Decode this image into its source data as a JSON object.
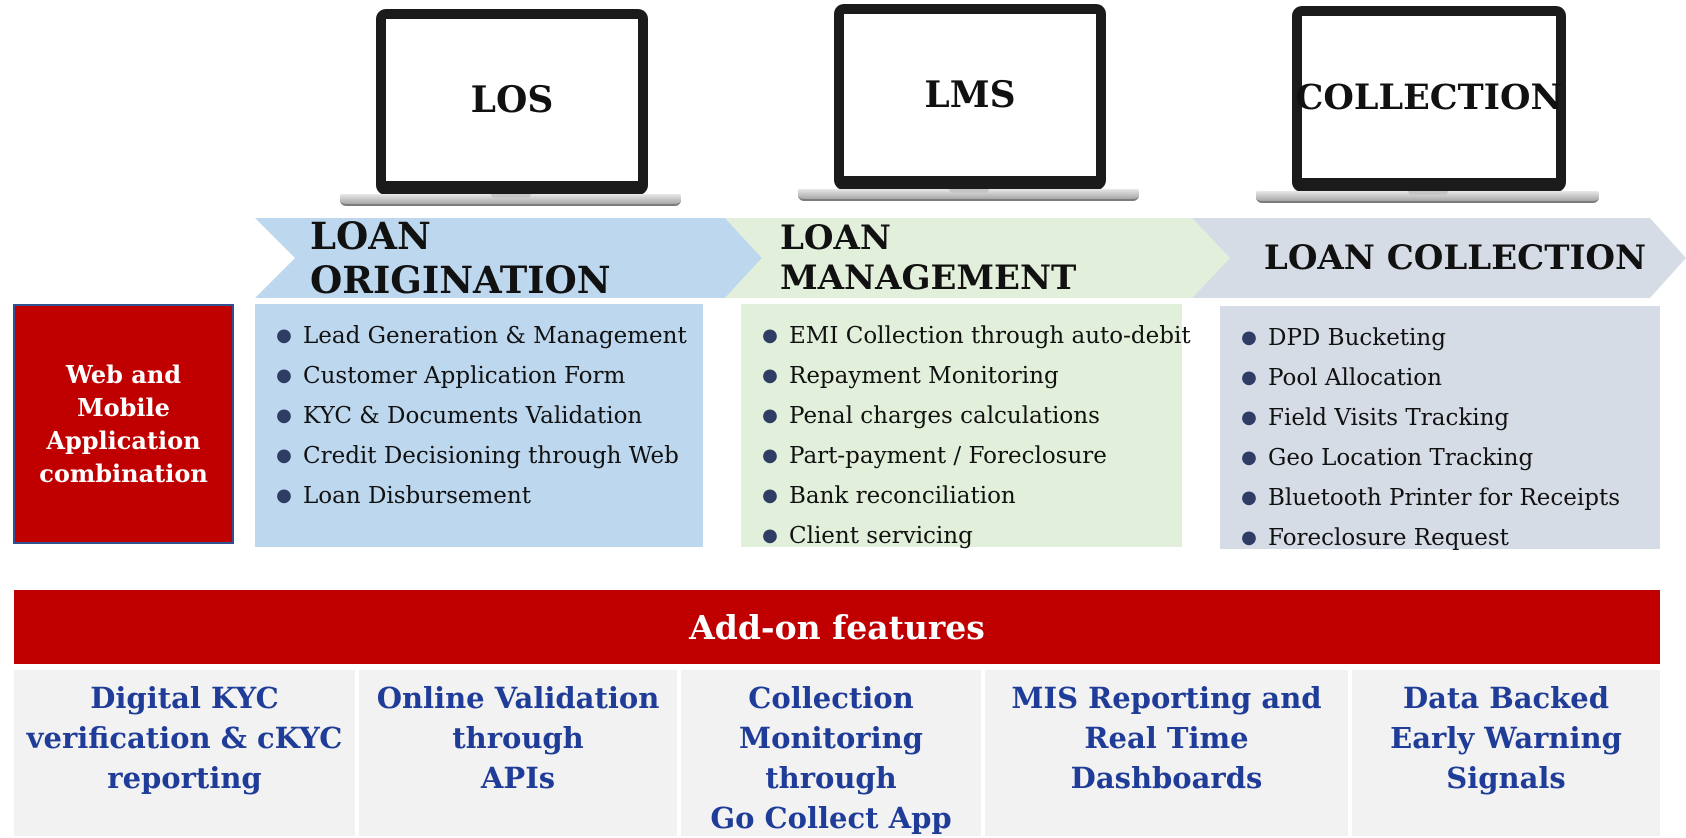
{
  "laptops": [
    {
      "label": "LOS"
    },
    {
      "label": "LMS"
    },
    {
      "label": "COLLECTION"
    }
  ],
  "stages": [
    {
      "label": "LOAN ORIGINATION",
      "color": "#bdd7ee"
    },
    {
      "label": "LOAN MANAGEMENT",
      "color": "#e2efda"
    },
    {
      "label": "LOAN COLLECTION",
      "color": "#d6dce5"
    }
  ],
  "side_box": {
    "label": "Web and Mobile Application combination"
  },
  "panels": {
    "origination": [
      "Lead Generation & Management",
      "Customer Application Form",
      "KYC & Documents Validation",
      "Credit Decisioning through Web",
      "Loan Disbursement"
    ],
    "management": [
      "EMI Collection through auto-debit",
      "Repayment Monitoring",
      "Penal charges calculations",
      "Part-payment / Foreclosure",
      "Bank reconciliation",
      "Client servicing"
    ],
    "collection": [
      "DPD Bucketing",
      "Pool Allocation",
      "Field Visits Tracking",
      "Geo Location Tracking",
      "Bluetooth Printer for Receipts",
      "Foreclosure Request"
    ]
  },
  "addon": {
    "title": "Add-on features",
    "features": [
      "Digital KYC\nverification & cKYC\nreporting",
      "Online Validation\nthrough\nAPIs",
      "Collection\nMonitoring\nthrough\nGo Collect App",
      "MIS Reporting and\nReal Time\nDashboards",
      "Data Backed\nEarly Warning\nSignals"
    ]
  },
  "colors": {
    "accent_red": "#c00000",
    "feature_blue": "#1f3c98",
    "bullet": "#2f3c63"
  }
}
